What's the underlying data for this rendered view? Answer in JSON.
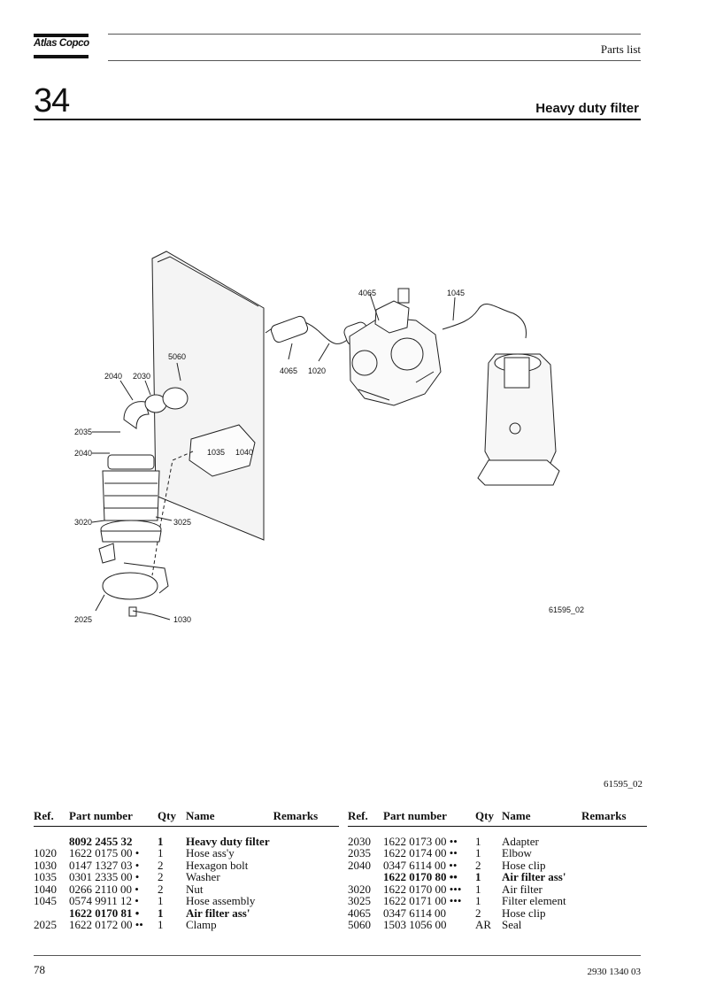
{
  "header": {
    "brand": "Atlas Copco",
    "section": "Parts list"
  },
  "chapter": {
    "number": "34",
    "title": "Heavy duty filter"
  },
  "drawing": {
    "labels": [
      "4065",
      "1045",
      "5060",
      "2040",
      "2030",
      "2035",
      "2040",
      "1035",
      "1040",
      "4065",
      "1020",
      "3020",
      "3025",
      "2025",
      "1030"
    ],
    "figure_id": "61595_02"
  },
  "figure_ref": "61595_02",
  "table": {
    "headers": [
      "Ref.",
      "Part number",
      "Qty",
      "Name",
      "Remarks"
    ],
    "left": [
      {
        "ref": "",
        "part": "8092 2455 32",
        "qty": "1",
        "name": "Heavy duty filter",
        "bold": true
      },
      {
        "ref": "1020",
        "part": "1622 0175 00 •",
        "qty": "1",
        "name": "Hose ass'y",
        "bold": false
      },
      {
        "ref": "1030",
        "part": "0147 1327 03 •",
        "qty": "2",
        "name": "Hexagon bolt",
        "bold": false
      },
      {
        "ref": "1035",
        "part": "0301 2335 00 •",
        "qty": "2",
        "name": "Washer",
        "bold": false
      },
      {
        "ref": "1040",
        "part": "0266 2110 00 •",
        "qty": "2",
        "name": "Nut",
        "bold": false
      },
      {
        "ref": "1045",
        "part": "0574 9911 12 •",
        "qty": "1",
        "name": "Hose assembly",
        "bold": false
      },
      {
        "ref": "",
        "part": "1622 0170 81 •",
        "qty": "1",
        "name": "Air filter ass'",
        "bold": true
      },
      {
        "ref": "2025",
        "part": "1622 0172 00 ••",
        "qty": "1",
        "name": "Clamp",
        "bold": false
      }
    ],
    "right": [
      {
        "ref": "2030",
        "part": "1622 0173 00 ••",
        "qty": "1",
        "name": "Adapter",
        "bold": false
      },
      {
        "ref": "2035",
        "part": "1622 0174 00 ••",
        "qty": "1",
        "name": "Elbow",
        "bold": false
      },
      {
        "ref": "2040",
        "part": "0347 6114 00 ••",
        "qty": "2",
        "name": "Hose clip",
        "bold": false
      },
      {
        "ref": "",
        "part": "1622 0170 80 ••",
        "qty": "1",
        "name": "Air filter ass'",
        "bold": true
      },
      {
        "ref": "3020",
        "part": "1622 0170 00 •••",
        "qty": "1",
        "name": "Air filter",
        "bold": false
      },
      {
        "ref": "3025",
        "part": "1622 0171 00 •••",
        "qty": "1",
        "name": "Filter element",
        "bold": false
      },
      {
        "ref": "4065",
        "part": "0347 6114 00",
        "qty": "2",
        "name": "Hose clip",
        "bold": false
      },
      {
        "ref": "5060",
        "part": "1503 1056 00",
        "qty": "AR",
        "name": "Seal",
        "bold": false
      }
    ]
  },
  "footer": {
    "page": "78",
    "doc_number": "2930 1340 03"
  }
}
